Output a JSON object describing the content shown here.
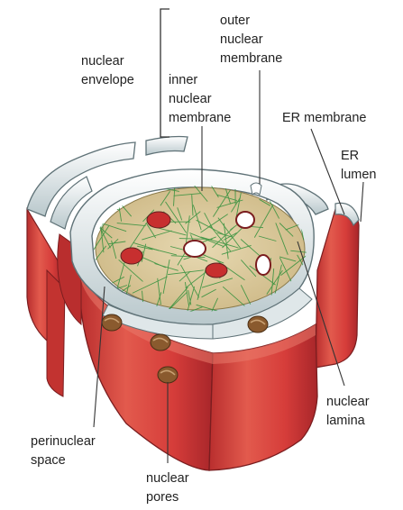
{
  "labels": {
    "outer_nuclear_membrane": [
      "outer",
      "nuclear",
      "membrane"
    ],
    "nuclear_envelope": [
      "nuclear",
      "envelope"
    ],
    "inner_nuclear_membrane": [
      "inner",
      "nuclear",
      "membrane"
    ],
    "er_membrane": [
      "ER membrane"
    ],
    "er_lumen": [
      "ER",
      "lumen"
    ],
    "nuclear_lamina": [
      "nuclear",
      "lamina"
    ],
    "perinuclear_space": [
      "perinuclear",
      "space"
    ],
    "nuclear_pores": [
      "nuclear",
      "pores"
    ]
  },
  "colors": {
    "membrane_red": "#d63d3a",
    "membrane_red_dark": "#a8262a",
    "membrane_red_light": "#ea7a6c",
    "membrane_rim": "#e9eef0",
    "membrane_rim_shade": "#9fb2b8",
    "nucleoplasm": "#d9c79a",
    "lamina_green": "#2e8f3a",
    "pore_brown": "#8a5a2e",
    "leader_line": "#333333"
  }
}
